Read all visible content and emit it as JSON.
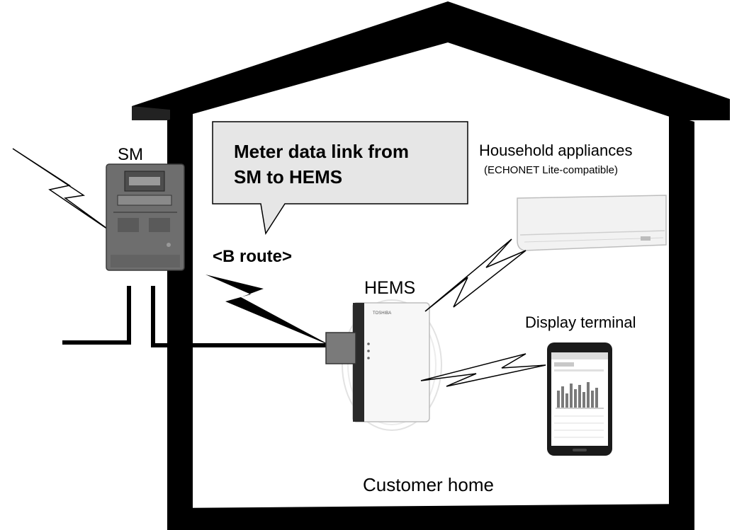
{
  "labels": {
    "sm": "SM",
    "bubble_line1": "Meter data link from",
    "bubble_line2": "SM to HEMS",
    "b_route": "<B route>",
    "hems": "HEMS",
    "appliances_title": "Household appliances",
    "appliances_subtitle": "(ECHONET Lite-compatible)",
    "display_terminal": "Display terminal",
    "customer_home": "Customer home",
    "hems_brand": "TOSHIBA"
  },
  "colors": {
    "house_wall": "#000000",
    "house_roof_side": "#1a1a1a",
    "bubble_fill": "#e6e6e6",
    "meter_body": "#6e6e6e",
    "hems_body": "#f7f7f7",
    "hems_port": "#7a7a7a",
    "ac_body": "#f2f2f2",
    "phone_body": "#1a1a1a"
  },
  "icons": [
    "smart-meter-icon",
    "hems-unit-icon",
    "air-conditioner-icon",
    "smartphone-icon",
    "wireless-lightning-icon"
  ]
}
